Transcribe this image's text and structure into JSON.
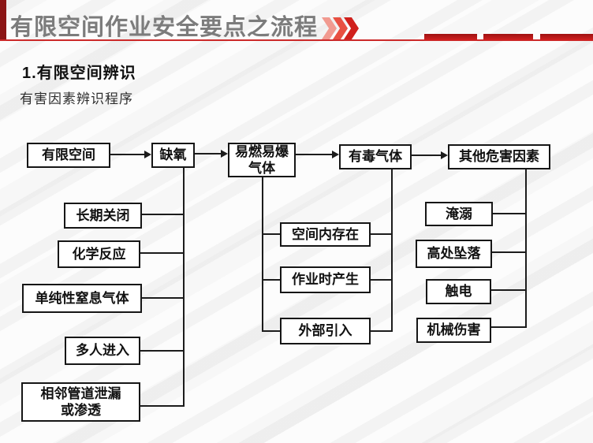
{
  "header": {
    "title": "有限空间作业安全要点之流程",
    "accent_color": "#c62828",
    "left_bar_color": "#8b1515",
    "title_color": "#7c7c7c",
    "chevron_icon": "triple-chevron-right-icon"
  },
  "section": {
    "heading": "1.有限空间辨识",
    "subheading": "有害因素辨识程序"
  },
  "flowchart": {
    "top_row": [
      {
        "id": "confined-space",
        "label": "有限空间"
      },
      {
        "id": "oxygen-deficiency",
        "label": "缺氧"
      },
      {
        "id": "flammable-explosive-gas",
        "label": "易燃易爆\n气体"
      },
      {
        "id": "toxic-gas",
        "label": "有毒气体"
      },
      {
        "id": "other-hazards",
        "label": "其他危害因素"
      }
    ],
    "oxygen_causes": [
      "长期关闭",
      "化学反应",
      "单纯性窒息气体",
      "多人进入",
      "相邻管道泄漏\n或渗透"
    ],
    "gas_sources": [
      "空间内存在",
      "作业时产生",
      "外部引入"
    ],
    "other_hazard_types": [
      "淹溺",
      "高处坠落",
      "触电",
      "机械伤害"
    ]
  }
}
